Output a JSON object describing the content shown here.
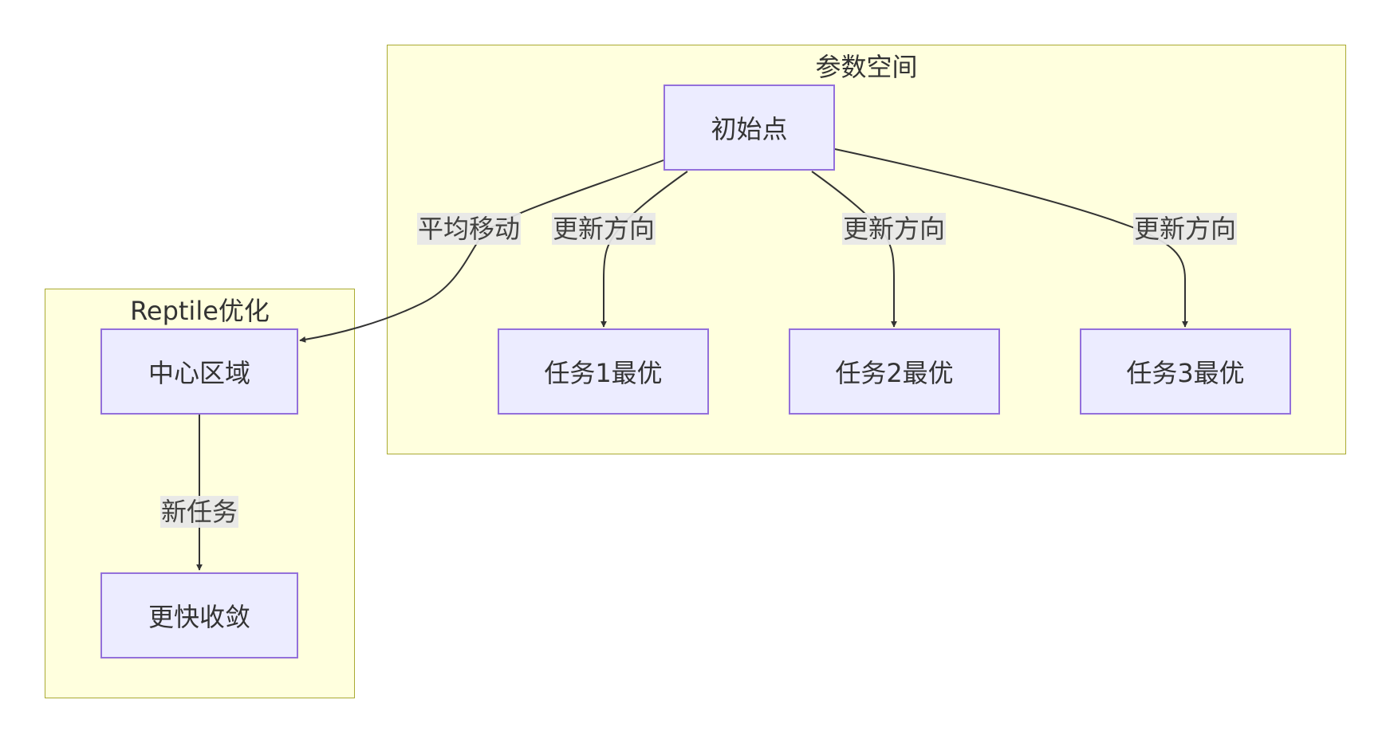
{
  "clusters": {
    "param_space": {
      "title": "参数空间"
    },
    "reptile": {
      "title": "Reptile优化"
    }
  },
  "nodes": {
    "init": "初始点",
    "task1": "任务1最优",
    "task2": "任务2最优",
    "task3": "任务3最优",
    "center": "中心区域",
    "faster": "更快收敛"
  },
  "edges": {
    "avg_move": "平均移动",
    "update1": "更新方向",
    "update2": "更新方向",
    "update3": "更新方向",
    "new_task": "新任务"
  },
  "colors": {
    "cluster_fill": "#ffffde",
    "cluster_border": "#aaaa33",
    "node_fill": "#ececff",
    "node_border": "#9370db",
    "edge": "#333333",
    "label_bg": "#e8e8e8"
  }
}
